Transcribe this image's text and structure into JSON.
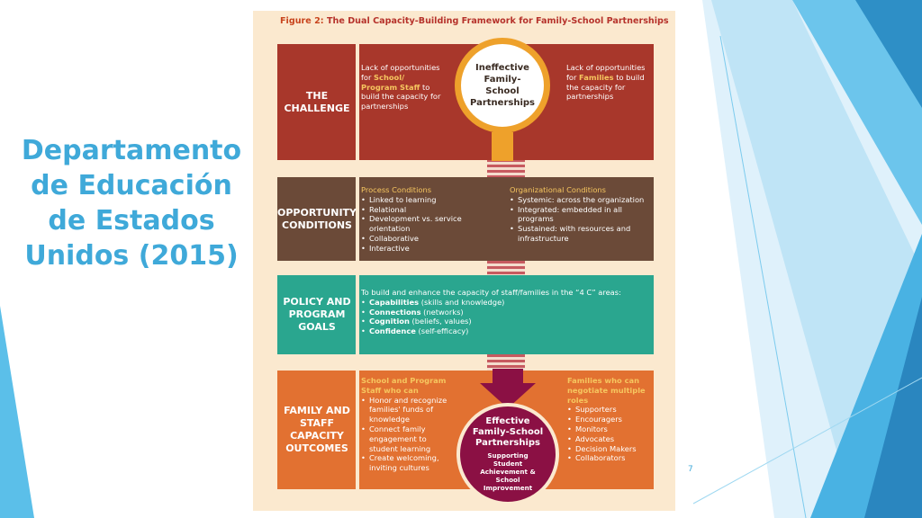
{
  "slide": {
    "title": "Departamento de Educación de Estados Unidos (2015)",
    "page_number": "7"
  },
  "figure": {
    "label": "Figure 2:",
    "title": "The Dual Capacity-Building Framework for Family-School Partnerships",
    "challenge": {
      "label": "THE CHALLENGE",
      "left_pre": "Lack of opportunities for ",
      "left_hl": "School/ Program Staff",
      "left_post": " to build the capacity for partnerships",
      "center": "Ineffective Family-School Partnerships",
      "right_pre": "Lack of opportunities for ",
      "right_hl": "Families",
      "right_post": " to build the capacity for partnerships"
    },
    "opportunity": {
      "label": "OPPORTUNITY CONDITIONS",
      "process_title": "Process Conditions",
      "process_items": [
        "Linked to learning",
        "Relational",
        "Development vs. service orientation",
        "Collaborative",
        "Interactive"
      ],
      "org_title": "Organizational Conditions",
      "org_items": [
        "Systemic: across the organization",
        "Integrated: embedded in all programs",
        "Sustained: with resources and infrastructure"
      ]
    },
    "policy": {
      "label": "POLICY AND PROGRAM GOALS",
      "intro": "To build and enhance the capacity of staff/families in the “4 C” areas:",
      "items": [
        {
          "term": "Capabilities",
          "desc": " (skills and knowledge)"
        },
        {
          "term": "Connections",
          "desc": " (networks)"
        },
        {
          "term": "Cognition",
          "desc": " (beliefs, values)"
        },
        {
          "term": "Confidence",
          "desc": " (self-efficacy)"
        }
      ]
    },
    "outcomes": {
      "label": "FAMILY AND STAFF CAPACITY OUTCOMES",
      "staff_title": "School and Program Staff who can",
      "staff_items": [
        "Honor and recognize families' funds of knowledge",
        "Connect family engagement to student learning",
        "Create welcoming, inviting cultures"
      ],
      "families_title": "Families who can negotiate multiple roles",
      "families_items": [
        "Supporters",
        "Encouragers",
        "Monitors",
        "Advocates",
        "Decision Makers",
        "Collaborators"
      ],
      "center_title": "Effective Family-School Partnerships",
      "center_sub": "Supporting Student Achievement & School Improvement"
    }
  },
  "colors": {
    "title_blue": "#3fa9d9",
    "challenge_red": "#a8372b",
    "opportunity_brown": "#6b4a38",
    "policy_teal": "#2aa68f",
    "outcomes_orange": "#e27131",
    "ring_orange": "#eea12b",
    "effective_maroon": "#8b1044",
    "highlight_yellow": "#f6c65f"
  }
}
